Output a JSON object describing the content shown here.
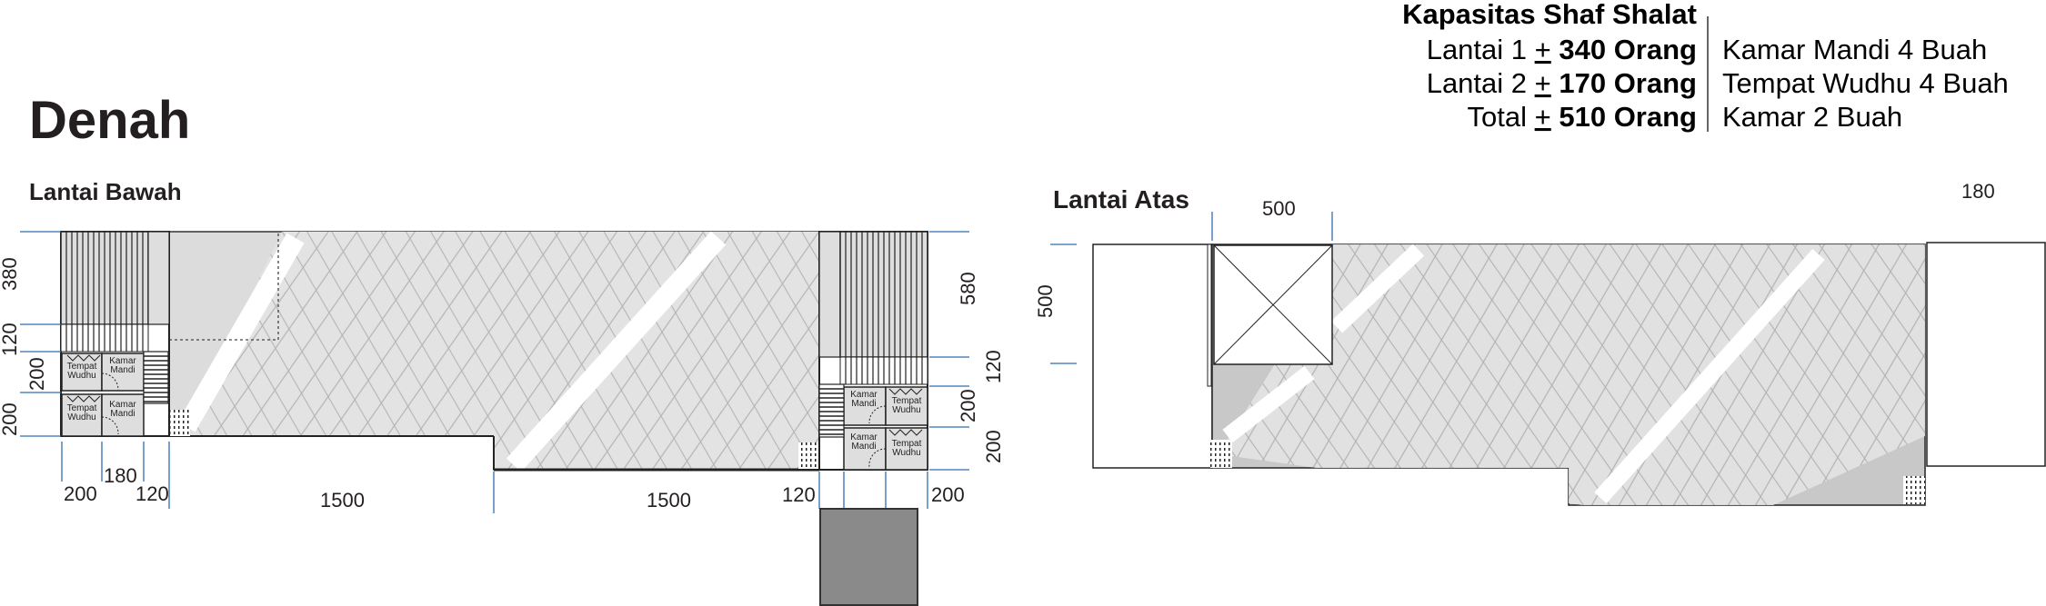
{
  "title": "Denah",
  "floors": {
    "lower": {
      "label": "Lantai Bawah",
      "dims_left": [
        "380",
        "120",
        "200",
        "200"
      ],
      "dims_bottom_left": [
        "200",
        "180",
        "120"
      ],
      "dims_bottom_hall": [
        "1500",
        "1500"
      ],
      "dims_right": [
        "580",
        "120",
        "200",
        "200"
      ],
      "dims_bottom_right": [
        "120",
        "200"
      ],
      "rooms": {
        "wudhu": [
          "Tempat",
          "Wudhu"
        ],
        "mandi": [
          "Kamar",
          "Mandi"
        ]
      }
    },
    "upper": {
      "label": "Lantai Atas",
      "dim_top": "500",
      "dim_left": "500",
      "dim_right": "180"
    }
  },
  "capacity": {
    "title": "Kapasitas Shaf Shalat",
    "rows": [
      {
        "label": "Lantai 1 ",
        "approx": "+",
        "value": " 340 Orang"
      },
      {
        "label": "Lantai 2 ",
        "approx": "+",
        "value": " 170 Orang"
      },
      {
        "label": "Total ",
        "approx": "+",
        "value": " 510 Orang"
      }
    ],
    "facilities": [
      "Kamar Mandi 4 Buah",
      "Tempat Wudhu 4 Buah",
      "Kamar 2 Buah"
    ]
  },
  "colors": {
    "dimension": "#2f6fb0",
    "hall": "#dcdcdc",
    "upper_hall": "#c8c8c8",
    "block": "#8a8a8a"
  }
}
